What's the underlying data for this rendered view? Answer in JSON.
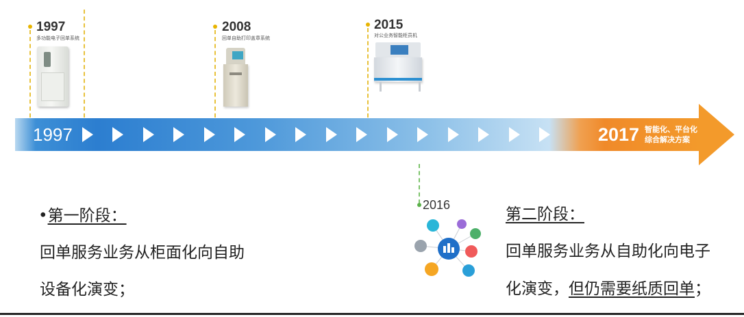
{
  "milestones": [
    {
      "year": "1997",
      "desc": "多功能电子回单系统"
    },
    {
      "year": "2008",
      "desc": "回单自助打印盖章系统"
    },
    {
      "year": "2015",
      "desc": "对公业务智能柜员机"
    }
  ],
  "timeline": {
    "start_year": "1997",
    "end_year": "2017",
    "end_note_line1": "智能化、平台化",
    "end_note_line2": "综合解决方案"
  },
  "milestone_2016": {
    "year": "2016"
  },
  "stage1": {
    "bullet": "•",
    "heading": "第一阶段：",
    "line1": "回单服务业务从柜面化向自助",
    "line2": "设备化演变；"
  },
  "stage2": {
    "heading": "第二阶段：",
    "line1": "回单服务业务从自助化向电子",
    "line2_plain": "化演变，",
    "line2_underlined": "但仍需要纸质回单",
    "line2_end": "；"
  },
  "colors": {
    "accent_gold": "#e8b400",
    "timeline_blue": "#2c7ed0",
    "timeline_orange": "#f39a2b"
  },
  "icons": [
    "kiosk-machine-1997",
    "kiosk-machine-2008",
    "counter-machine-2015",
    "network-hub-diagram-2016"
  ]
}
